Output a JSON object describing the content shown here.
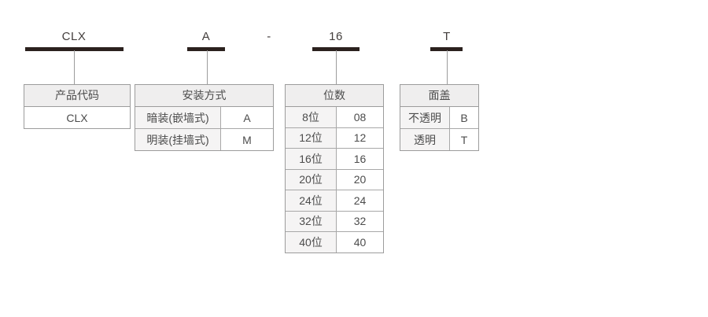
{
  "model_code": {
    "segments": [
      {
        "text": "CLX"
      },
      {
        "text": "A"
      },
      {
        "text": "16"
      },
      {
        "text": "T"
      }
    ],
    "separator": "-"
  },
  "tables": [
    {
      "header": "产品代码",
      "rows": [
        {
          "label": "CLX"
        }
      ]
    },
    {
      "header": "安装方式",
      "rows": [
        {
          "label": "暗装(嵌墙式)",
          "value": "A"
        },
        {
          "label": "明装(挂墙式)",
          "value": "M"
        }
      ]
    },
    {
      "header": "位数",
      "rows": [
        {
          "label": "8位",
          "value": "08"
        },
        {
          "label": "12位",
          "value": "12"
        },
        {
          "label": "16位",
          "value": "16"
        },
        {
          "label": "20位",
          "value": "20"
        },
        {
          "label": "24位",
          "value": "24"
        },
        {
          "label": "32位",
          "value": "32"
        },
        {
          "label": "40位",
          "value": "40"
        }
      ]
    },
    {
      "header": "面盖",
      "rows": [
        {
          "label": "不透明",
          "value": "B"
        },
        {
          "label": "透明",
          "value": "T"
        }
      ]
    }
  ],
  "colors": {
    "bar": "#2b211e",
    "border": "#9c9c9c",
    "border_light": "#a8a8a8",
    "header_bg": "#efeeee",
    "label_bg": "#f5f4f4",
    "text": "#4c4c4c",
    "code_text": "#433e3c",
    "connector": "#9c9c9c"
  }
}
